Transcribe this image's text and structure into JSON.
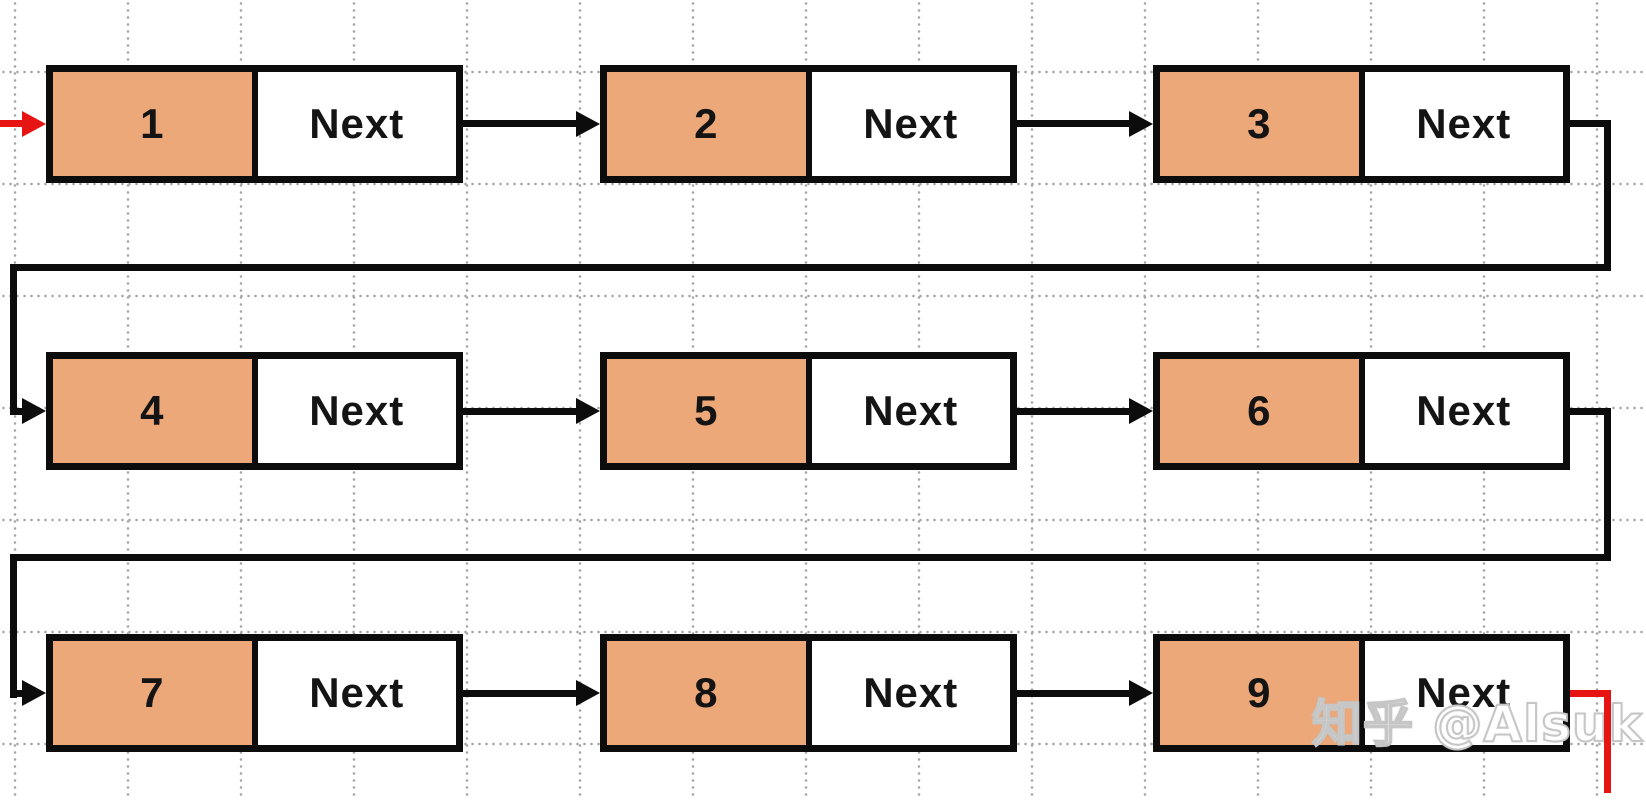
{
  "diagram": {
    "type": "singly-linked-list",
    "nodes": [
      {
        "value": "1",
        "next_label": "Next"
      },
      {
        "value": "2",
        "next_label": "Next"
      },
      {
        "value": "3",
        "next_label": "Next"
      },
      {
        "value": "4",
        "next_label": "Next"
      },
      {
        "value": "5",
        "next_label": "Next"
      },
      {
        "value": "6",
        "next_label": "Next"
      },
      {
        "value": "7",
        "next_label": "Next"
      },
      {
        "value": "8",
        "next_label": "Next"
      },
      {
        "value": "9",
        "next_label": "Next"
      }
    ],
    "colors": {
      "node_fill": "#EDA87A",
      "node_border": "#0C0C0C",
      "connector": "#0C0C0C",
      "head_pointer_red": "#E61412",
      "tail_pointer_red": "#E61412",
      "grid_dot": "#A6A6A6",
      "background": "#FFFFFF"
    },
    "watermark": "知乎 @Alsuk"
  }
}
